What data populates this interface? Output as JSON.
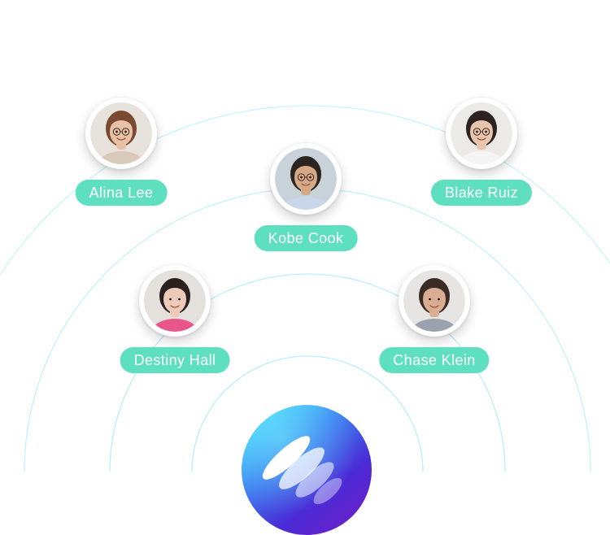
{
  "people": [
    {
      "id": "alina-lee",
      "name": "Alina Lee",
      "skin": "#e9c1a4",
      "hair": "#7a4a30",
      "shirt": "#d9c9b8",
      "bg": "#e7e2dc",
      "glasses": true
    },
    {
      "id": "kobe-cook",
      "name": "Kobe Cook",
      "skin": "#d7a887",
      "hair": "#2b2420",
      "shirt": "#c9d7ea",
      "bg": "#c7d2d9",
      "glasses": true
    },
    {
      "id": "blake-ruiz",
      "name": "Blake Ruiz",
      "skin": "#e8c6ae",
      "hair": "#2c2220",
      "shirt": "#f4f4f4",
      "bg": "#eceae6",
      "glasses": true
    },
    {
      "id": "destiny-hall",
      "name": "Destiny Hall",
      "skin": "#eecbb8",
      "hair": "#2b2020",
      "shirt": "#e9568a",
      "bg": "#e4e1dd",
      "glasses": false
    },
    {
      "id": "chase-klein",
      "name": "Chase Klein",
      "skin": "#d9ad92",
      "hair": "#3a2c24",
      "shirt": "#9aa3ad",
      "bg": "#e6e5e3",
      "glasses": false
    }
  ],
  "theme": {
    "pill_color": "#5ee0c0",
    "arc_color": "#b8f0f6",
    "logo_gradient": [
      "#3fd8ff",
      "#3a7bf0",
      "#4a2bd6",
      "#6a1fc8"
    ]
  },
  "logo": {
    "icon": "app-logo-icon"
  }
}
